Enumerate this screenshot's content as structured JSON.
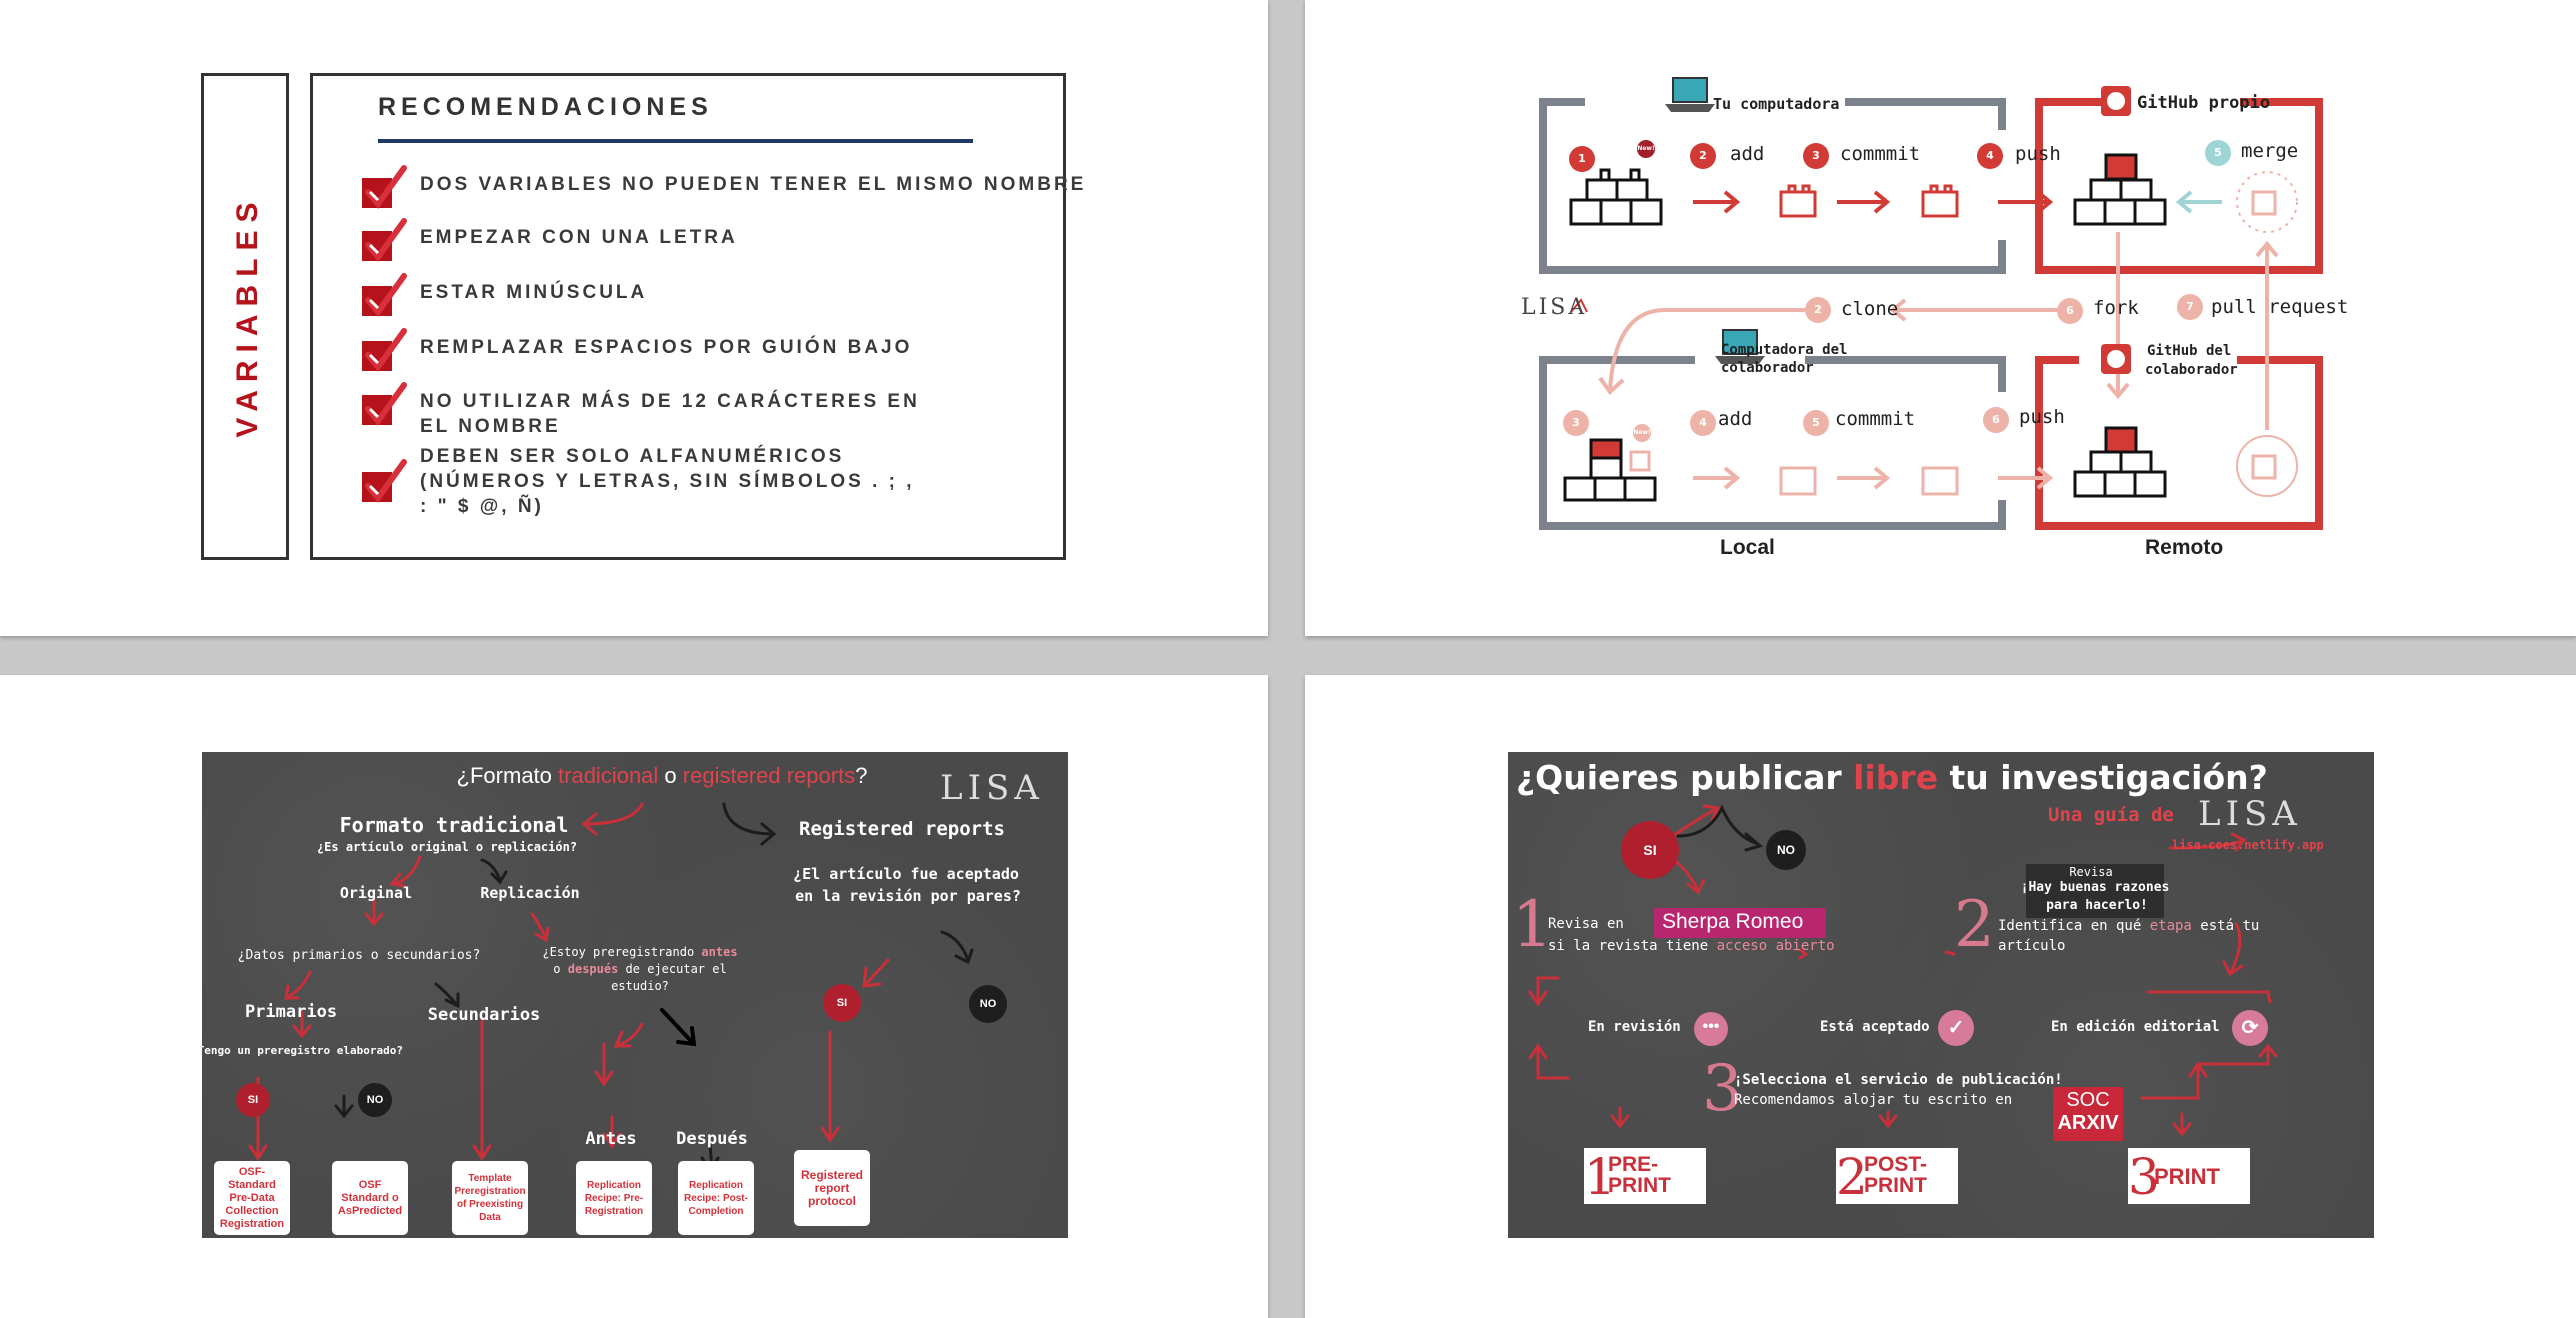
{
  "slide1": {
    "side_title": "VARIABLES",
    "title": "RECOMENDACIONES",
    "items": [
      "DOS VARIABLES NO PUEDEN TENER EL MISMO NOMBRE",
      "EMPEZAR CON UNA LETRA",
      "ESTAR MINÚSCULA",
      "REMPLAZAR ESPACIOS POR GUIÓN BAJO",
      "NO UTILIZAR MÁS DE 12 CARÁCTERES EN\nEL NOMBRE",
      "DEBEN SER SOLO ALFANUMÉRICOS\n(NÚMEROS Y LETRAS, SIN SÍMBOLOS . ; ,\n: \" $ @, Ñ)"
    ],
    "colors": {
      "accent": "#b5121b",
      "line": "#1f3864"
    }
  },
  "slide2": {
    "tu_computadora": "Tu computadora",
    "github_propio": "GitHub propio",
    "computadora_colab_1": "Computadora del",
    "computadora_colab_2": "colaborador",
    "github_colab_1": "GitHub del",
    "github_colab_2": "colaborador",
    "badge_new": "New!",
    "steps": [
      {
        "n": "1",
        "label": ""
      },
      {
        "n": "2",
        "label": "add"
      },
      {
        "n": "3",
        "label": "commmit"
      },
      {
        "n": "4",
        "label": "push"
      },
      {
        "n": "5",
        "label": "merge"
      },
      {
        "n": "6",
        "label": "fork"
      },
      {
        "n": "7",
        "label": "pull request"
      },
      {
        "n": "2",
        "label": "clone"
      },
      {
        "n": "3",
        "label": ""
      },
      {
        "n": "4",
        "label": "add"
      },
      {
        "n": "5",
        "label": "commmit"
      },
      {
        "n": "6",
        "label": "push"
      }
    ],
    "logo": "LISA",
    "local": "Local",
    "remoto": "Remoto",
    "colors": {
      "red": "#d23b35",
      "gray": "#7b828c",
      "light": "#eeb3a8"
    }
  },
  "slide3": {
    "title_pre": "¿Formato ",
    "title_trad": "tradicional",
    "title_o": " o ",
    "title_rr": "registered reports",
    "title_q": "?",
    "logo": "LISA",
    "formato_tradicional": "Formato tradicional",
    "es_articulo": "¿Es artículo original o replicación?",
    "original": "Original",
    "replicacion": "Replicación",
    "datos": "¿Datos primarios o secundarios?",
    "estoy_1": "¿Estoy preregistrando ",
    "estoy_antes": "antes",
    "estoy_2": "o ",
    "estoy_despues": "después",
    "estoy_3": " de ejecutar el",
    "estoy_4": "estudio?",
    "primarios": "Primarios",
    "secundarios": "Secundarios",
    "tengo": "¿Tengo un preregistro elaborado?",
    "si": "SI",
    "no": "NO",
    "antes": "Antes",
    "despues": "Después",
    "registered_reports": "Registered reports",
    "aceptado_1": "¿El artículo fue aceptado",
    "aceptado_2": "en la revisión por pares?",
    "cards": [
      "OSF-Standard Pre-Data Collection Registration",
      "OSF Standard o AsPredicted",
      "Template Preregistration of Preexisting Data",
      "Replication Recipe: Pre-Registration",
      "Replication Recipe: Post-Completion",
      "Registered report protocol"
    ]
  },
  "slide4": {
    "title_1": "¿Quieres publicar ",
    "title_libre": "libre",
    "title_2": " tu investigación?",
    "guia": "Una guía de",
    "logo": "LISA",
    "url": "lisa-coes.netlify.app",
    "si": "SI",
    "no": "NO",
    "revisa_1": "Revisa",
    "revisa_2": "¡Hay buenas razones",
    "revisa_3": "para hacerlo!",
    "step1_a": "Revisa en",
    "sherpa": "Sherpa Romeo",
    "step1_b": "si la revista tiene ",
    "acceso_abierto": "acceso abierto",
    "step2_a": "Identifica en qué ",
    "etapa": "etapa",
    "step2_b": " está tu",
    "step2_c": "artículo",
    "en_revision": "En revisión",
    "esta_aceptado": "Está aceptado",
    "en_edicion": "En edición editorial",
    "step3_a": "¡Selecciona el servicio de publicación!",
    "step3_b": "Recomendamos alojar tu escrito en",
    "soc": "SOC",
    "arxiv": "ARXIV",
    "n1": "1",
    "n2": "2",
    "n3": "3",
    "preprint": "PRE-\nPRINT",
    "postprint": "POST-\nPRINT",
    "print": "PRINT"
  }
}
